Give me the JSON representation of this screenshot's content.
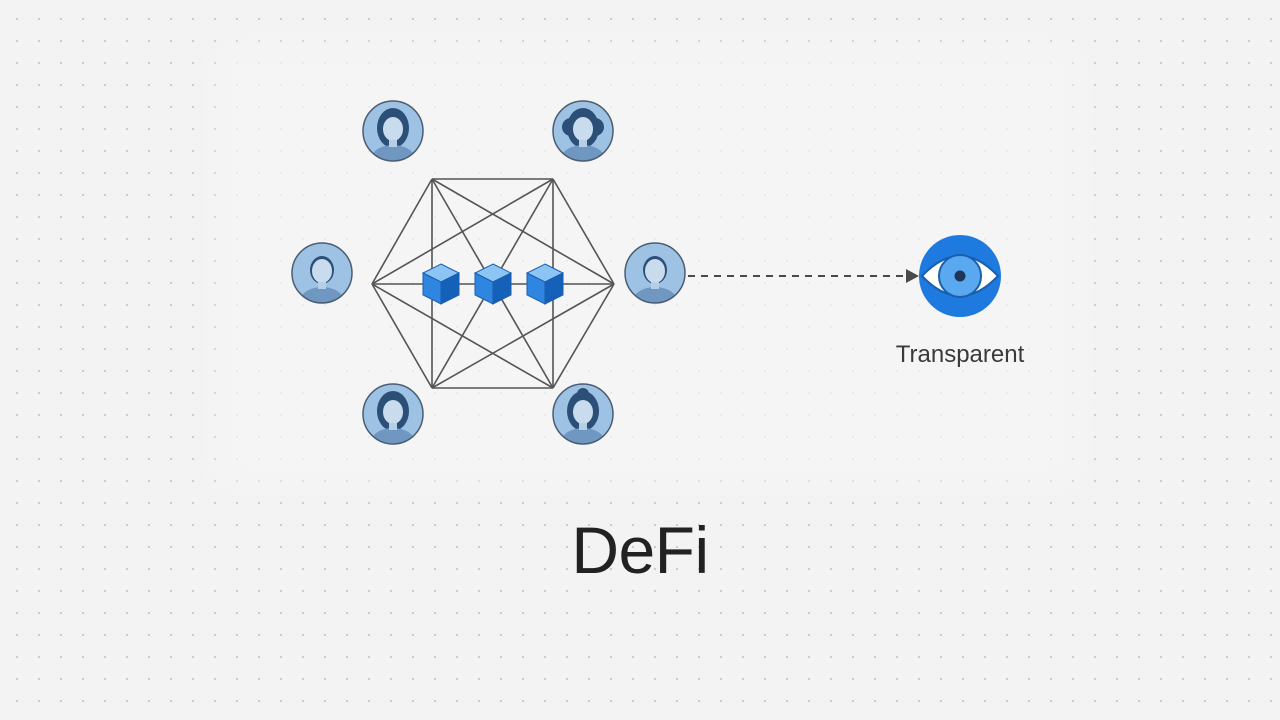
{
  "title": "DeFi",
  "transparency": {
    "label": "Transparent",
    "icon": "eye-icon"
  },
  "network": {
    "participants": [
      {
        "name": "participant-top-left",
        "icon": "person-woman-icon"
      },
      {
        "name": "participant-top-right",
        "icon": "person-woman-curly-icon"
      },
      {
        "name": "participant-left",
        "icon": "person-man-icon"
      },
      {
        "name": "participant-right",
        "icon": "person-man-icon"
      },
      {
        "name": "participant-bottom-left",
        "icon": "person-woman-icon"
      },
      {
        "name": "participant-bottom-right",
        "icon": "person-woman-bun-icon"
      }
    ],
    "blocks": [
      "block-cube-icon",
      "block-cube-icon",
      "block-cube-icon"
    ]
  },
  "colors": {
    "accent": "#1f7ae0",
    "accent_light": "#4ea3f2",
    "avatar_bg": "#9ec2e4",
    "avatar_dark": "#2c4f78",
    "line": "#555555",
    "title_text": "#222222"
  }
}
